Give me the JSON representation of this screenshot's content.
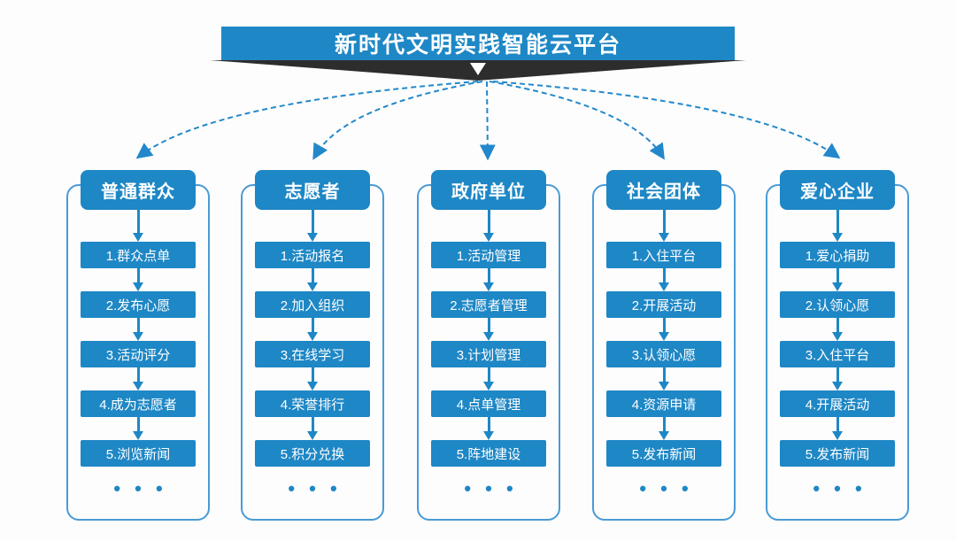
{
  "title_banner": {
    "text": "新时代文明实践智能云平台"
  },
  "ellipsis": "• • •",
  "columns": [
    {
      "header": "普通群众",
      "steps": [
        "1.群众点单",
        "2.发布心愿",
        "3.活动评分",
        "4.成为志愿者",
        "5.浏览新闻"
      ]
    },
    {
      "header": "志愿者",
      "steps": [
        "1.活动报名",
        "2.加入组织",
        "3.在线学习",
        "4.荣誉排行",
        "5.积分兑换"
      ]
    },
    {
      "header": "政府单位",
      "steps": [
        "1.活动管理",
        "2.志愿者管理",
        "3.计划管理",
        "4.点单管理",
        "5.阵地建设"
      ]
    },
    {
      "header": "社会团体",
      "steps": [
        "1.入住平台",
        "2.开展活动",
        "3.认领心愿",
        "4.资源申请",
        "5.发布新闻"
      ]
    },
    {
      "header": "爱心企业",
      "steps": [
        "1.爱心捐助",
        "2.认领心愿",
        "3.入住平台",
        "4.开展活动",
        "5.发布新闻"
      ]
    }
  ],
  "colors": {
    "primary_blue": "#1E87C5",
    "outline_blue": "#4A9BD5",
    "connector_blue": "#2288CB",
    "ribbon_dark": "#2D2D2D",
    "text_on_blue": "#FFFFFF",
    "background": "#FDFDFD"
  }
}
